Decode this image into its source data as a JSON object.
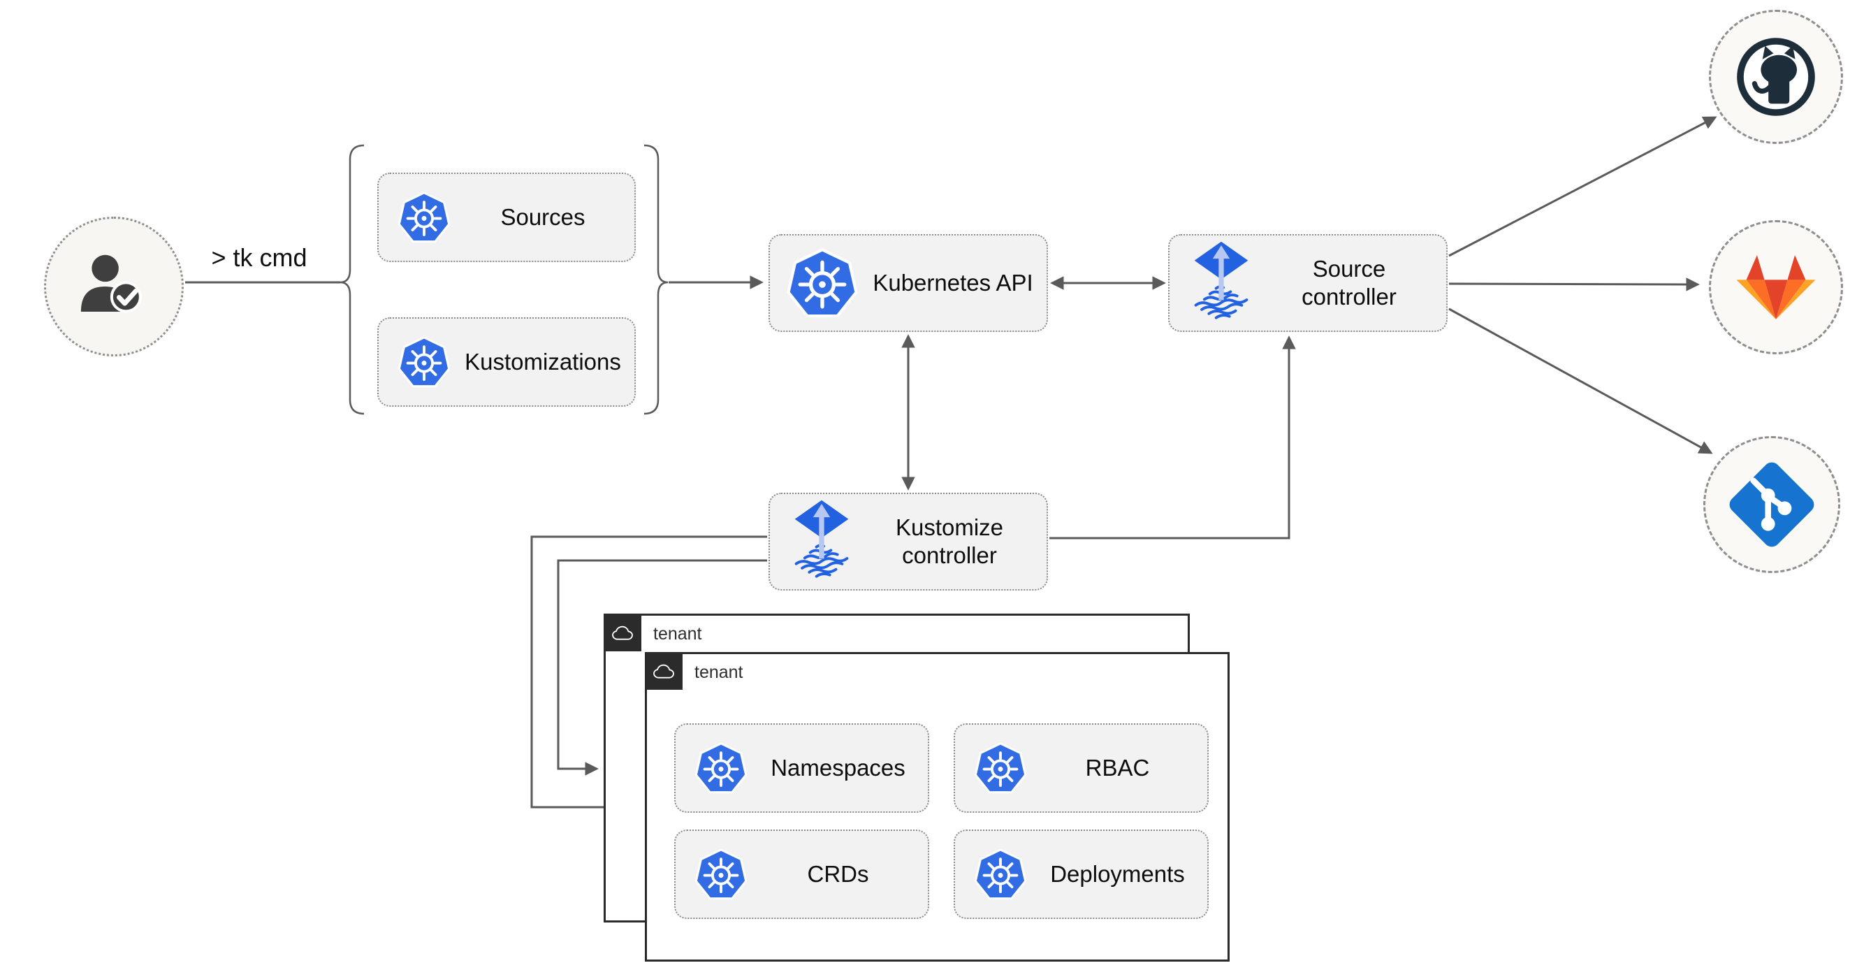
{
  "colors": {
    "kubernetes_blue": "#326ce5",
    "flux_blue": "#2262e0",
    "flux_arrow_light": "#b6c8f1",
    "github_dark": "#1d2d3a",
    "gitlab_red": "#e24329",
    "gitlab_orange": "#fc6d26",
    "gitlab_light_orange": "#fca326",
    "git_blue": "#1673cf",
    "connector_gray": "#5a5a5a",
    "node_fill": "#f2f2f2",
    "tenant_border": "#2b2b2b"
  },
  "user": {
    "icon": "user-check-icon",
    "cli_label": "> tk cmd"
  },
  "crd_group": {
    "sources": {
      "icon": "kubernetes-icon",
      "label": "Sources"
    },
    "kustomizations": {
      "icon": "kubernetes-icon",
      "label": "Kustomizations"
    }
  },
  "nodes": {
    "kubernetes_api": {
      "icon": "kubernetes-icon",
      "label": "Kubernetes API"
    },
    "source_controller": {
      "icon": "flux-icon",
      "label": "Source controller"
    },
    "kustomize_controller": {
      "icon": "flux-icon",
      "label": "Kustomize controller"
    }
  },
  "git_providers": [
    {
      "name": "GitHub",
      "icon": "github-icon"
    },
    {
      "name": "GitLab",
      "icon": "gitlab-icon"
    },
    {
      "name": "Git",
      "icon": "git-icon"
    }
  ],
  "tenants": {
    "back": {
      "icon": "cloud-icon",
      "label": "tenant"
    },
    "front": {
      "icon": "cloud-icon",
      "label": "tenant",
      "resources": [
        {
          "icon": "kubernetes-icon",
          "label": "Namespaces"
        },
        {
          "icon": "kubernetes-icon",
          "label": "RBAC"
        },
        {
          "icon": "kubernetes-icon",
          "label": "CRDs"
        },
        {
          "icon": "kubernetes-icon",
          "label": "Deployments"
        }
      ]
    }
  }
}
